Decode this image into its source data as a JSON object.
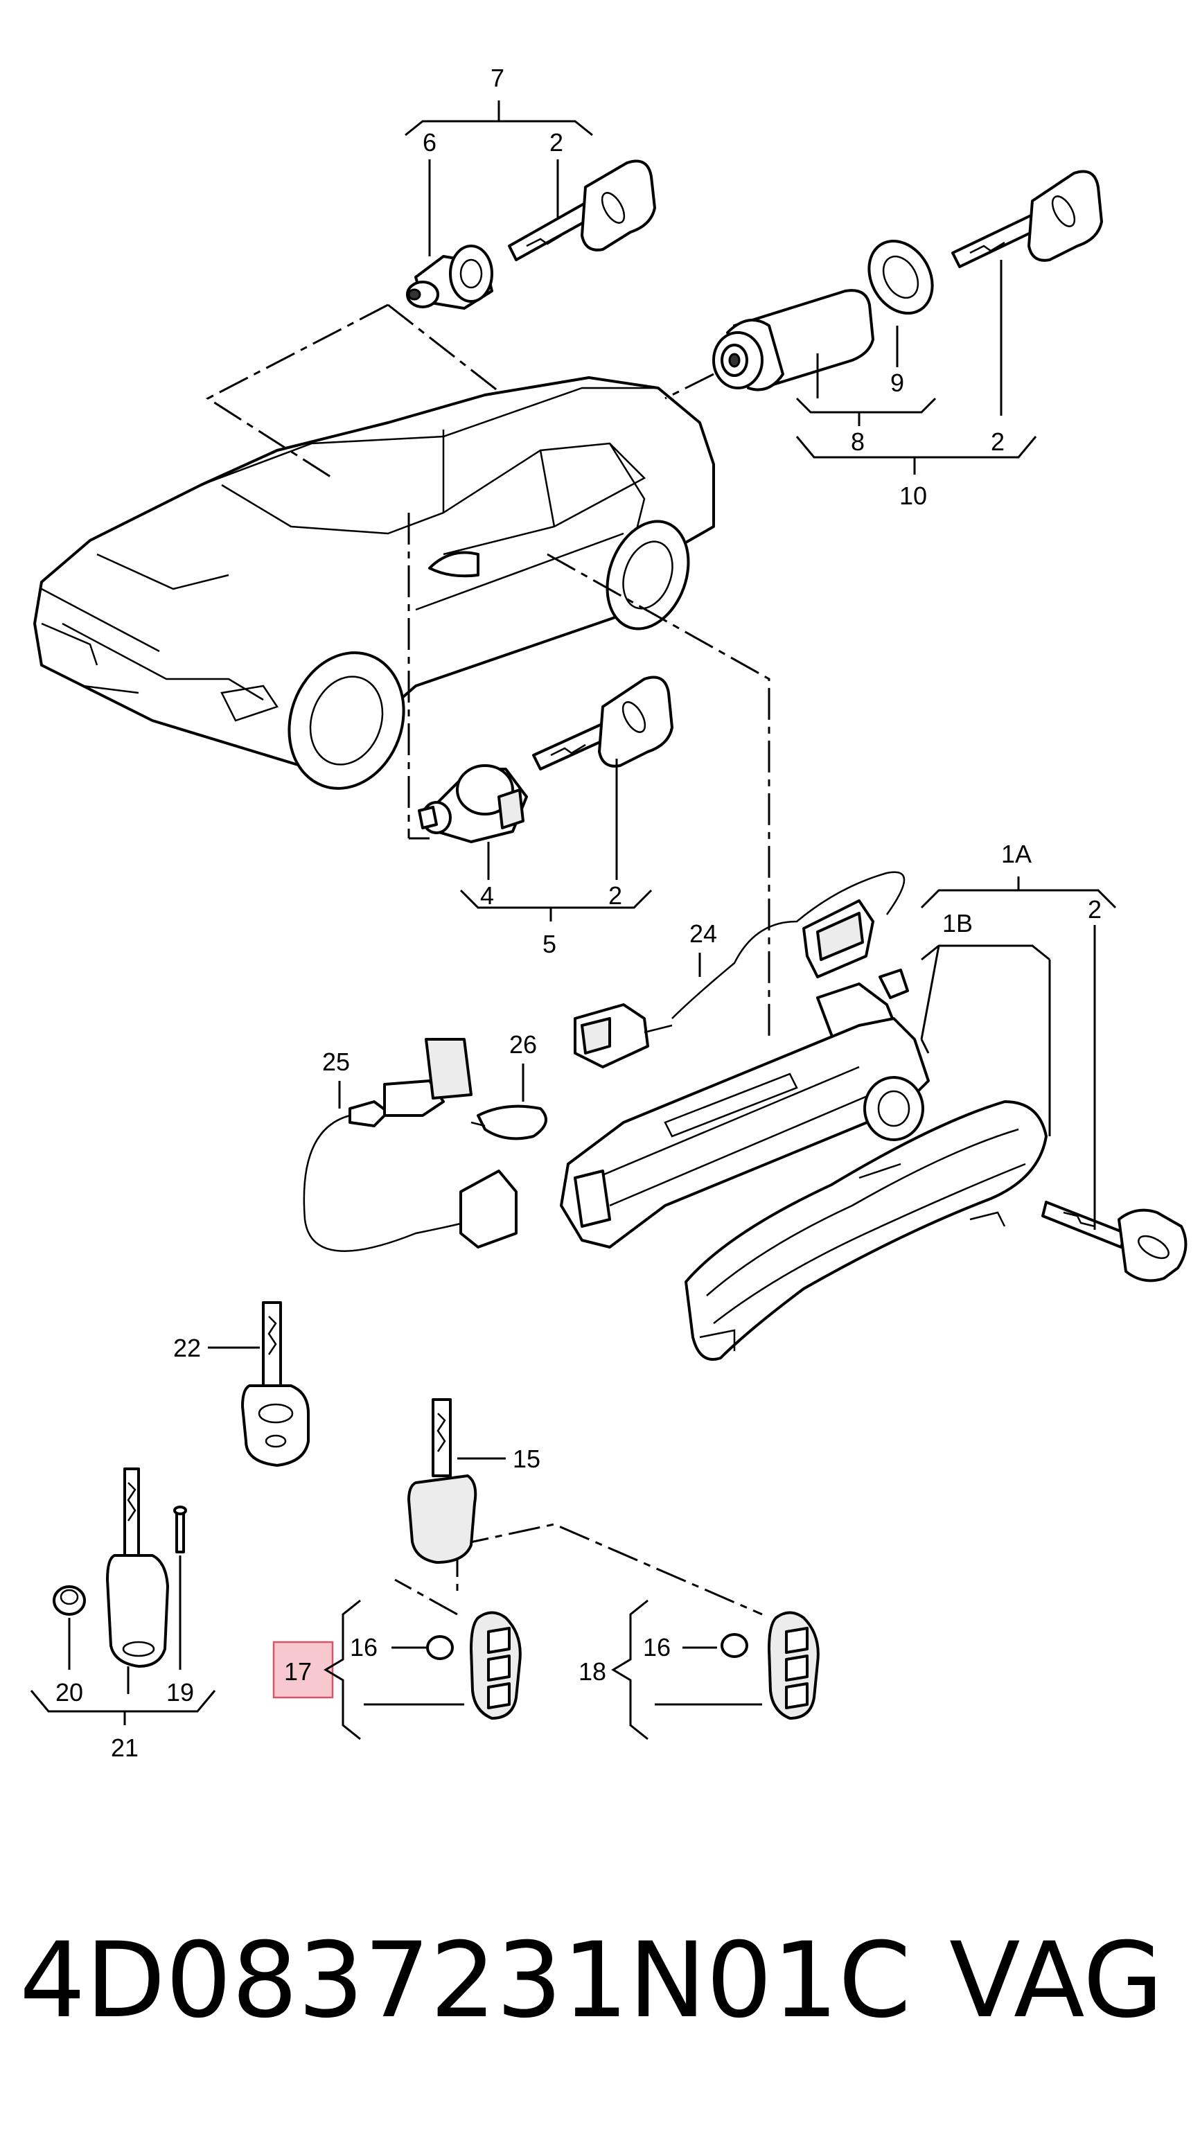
{
  "diagram": {
    "part_number": "4D0837231N01C",
    "brand": "VAG",
    "highlighted_label": "17",
    "highlight_color": "#f7c9cf",
    "labels": {
      "l7": "7",
      "l6": "6",
      "l2a": "2",
      "l9": "9",
      "l8": "8",
      "l2b": "2",
      "l10": "10",
      "l4": "4",
      "l2c": "2",
      "l5": "5",
      "l1A": "1A",
      "l1B": "1B",
      "l2d": "2",
      "l24": "24",
      "l25": "25",
      "l26": "26",
      "l22": "22",
      "l15": "15",
      "l16a": "16",
      "l17": "17",
      "l16b": "16",
      "l18": "18",
      "l20": "20",
      "l19": "19",
      "l21": "21"
    }
  }
}
